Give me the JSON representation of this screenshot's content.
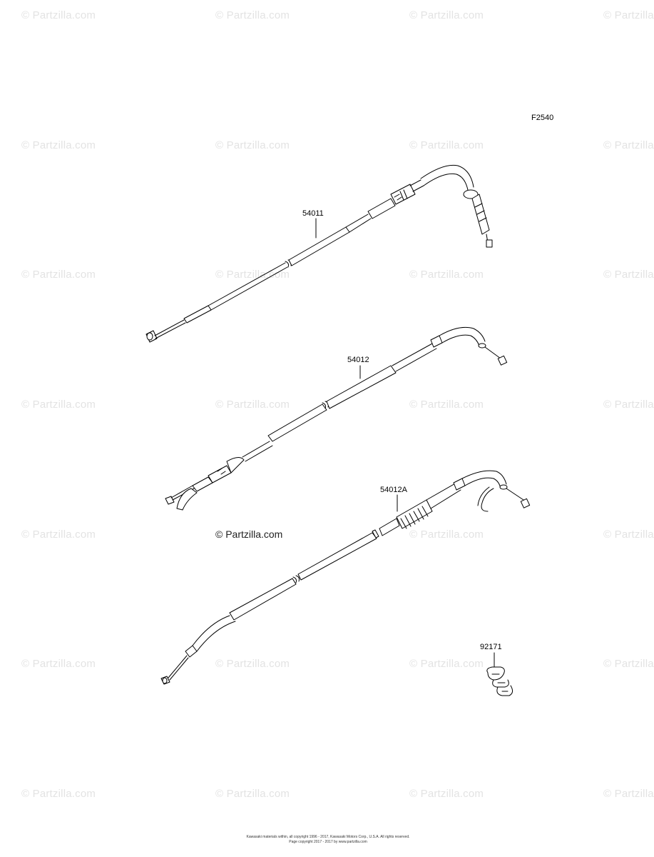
{
  "watermark": "© Partzilla.com",
  "figure_code": "F2540",
  "parts": [
    {
      "number": "54011"
    },
    {
      "number": "54012"
    },
    {
      "number": "54012A"
    },
    {
      "number": "92171"
    }
  ],
  "footer": {
    "line1": "Kawasaki materials within, all copyright 1996 - 2017, Kawasaki Motors Corp., U.S.A. All rights reserved.",
    "line2": "Page copyright 2017 - 2017 by www.partzilla.com"
  }
}
